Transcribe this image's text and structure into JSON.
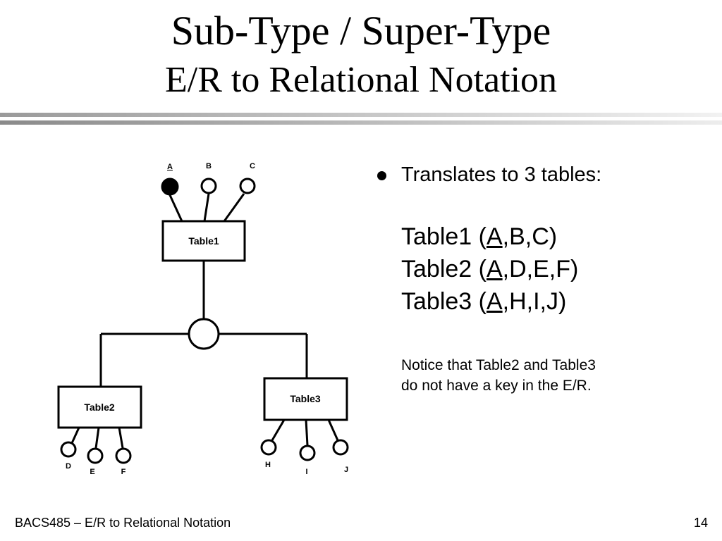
{
  "slide": {
    "title": "Sub-Type / Super-Type",
    "subtitle": "E/R to Relational Notation"
  },
  "diagram": {
    "entities": {
      "table1": "Table1",
      "table2": "Table2",
      "table3": "Table3"
    },
    "attributes": {
      "A": {
        "label": "A",
        "key": true
      },
      "B": {
        "label": "B",
        "key": false
      },
      "C": {
        "label": "C",
        "key": false
      },
      "D": {
        "label": "D",
        "key": false
      },
      "E": {
        "label": "E",
        "key": false
      },
      "F": {
        "label": "F",
        "key": false
      },
      "H": {
        "label": "H",
        "key": false
      },
      "I": {
        "label": "I",
        "key": false
      },
      "J": {
        "label": "J",
        "key": false
      }
    }
  },
  "content": {
    "bullet": "Translates to 3 tables:",
    "tables": [
      {
        "name": "Table1 (",
        "key": "A",
        "rest": ",B,C)"
      },
      {
        "name": "Table2 (",
        "key": "A",
        "rest": ",D,E,F)"
      },
      {
        "name": "Table3 (",
        "key": "A",
        "rest": ",H,I,J)"
      }
    ],
    "note_line1": "Notice that Table2 and Table3",
    "note_line2": "do not have a key in the E/R."
  },
  "footer": {
    "course": "BACS485 – E/R to Relational Notation",
    "page": "14"
  }
}
